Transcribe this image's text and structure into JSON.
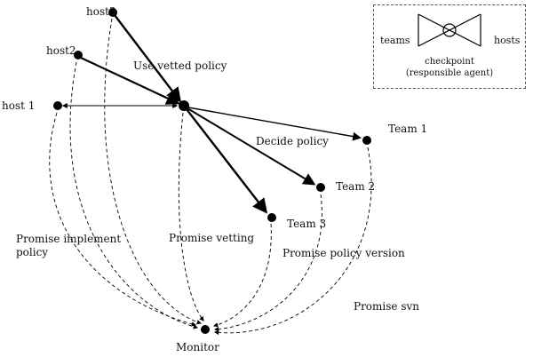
{
  "diagram": {
    "nodes": {
      "host3": "host3",
      "host2": "host2",
      "host1": "host 1",
      "team1": "Team 1",
      "team2": "Team 2",
      "team3": "Team 3",
      "monitor": "Monitor"
    },
    "edge_labels": {
      "use_vetted_policy": "Use vetted policy",
      "decide_policy": "Decide policy",
      "promise_implement_policy": "Promise implement policy",
      "promise_vetting": "Promise vetting",
      "promise_policy_version": "Promise policy version",
      "promise_svn": "Promise svn"
    },
    "legend": {
      "left_label": "teams",
      "right_label": "hosts",
      "caption_line1": "checkpoint",
      "caption_line2": "(responsible agent)"
    },
    "colors": {
      "line": "#000000",
      "background": "#ffffff"
    }
  }
}
